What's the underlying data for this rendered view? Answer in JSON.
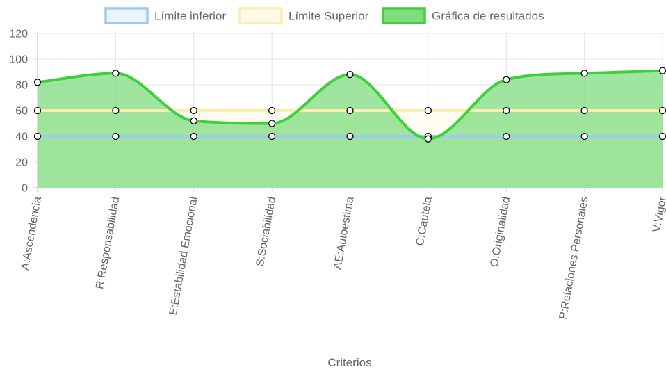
{
  "chart_data": {
    "type": "line",
    "categories": [
      "A:Ascendencia",
      "R:Responsabilidad",
      "E:Estabilidad Emocional",
      "S:Sociabilidad",
      "AE:Autoestima",
      "C:Cautela",
      "O:Originalidad",
      "P:Relaciones Personales",
      "V:Vigor"
    ],
    "series": [
      {
        "name": "Límite inferior",
        "values": [
          40,
          40,
          40,
          40,
          40,
          40,
          40,
          40,
          40
        ],
        "color": "#9bcaf2",
        "fill": "#eaf4fd"
      },
      {
        "name": "Límite Superior",
        "values": [
          60,
          60,
          60,
          60,
          60,
          60,
          60,
          60,
          60
        ],
        "color": "#fbeeb0",
        "fill": "#fefaea"
      },
      {
        "name": "Gráfica de resultados",
        "values": [
          82,
          89,
          52,
          50,
          88,
          38,
          84,
          89,
          91
        ],
        "color": "#3cd13c",
        "fill": "#7fdc7f"
      }
    ],
    "xlabel": "Criterios",
    "ylabel": "",
    "ylim": [
      0,
      120
    ],
    "yticks": [
      "0",
      "20",
      "40",
      "60",
      "80",
      "100",
      "120"
    ],
    "grid": true,
    "legend_position": "top-center"
  }
}
